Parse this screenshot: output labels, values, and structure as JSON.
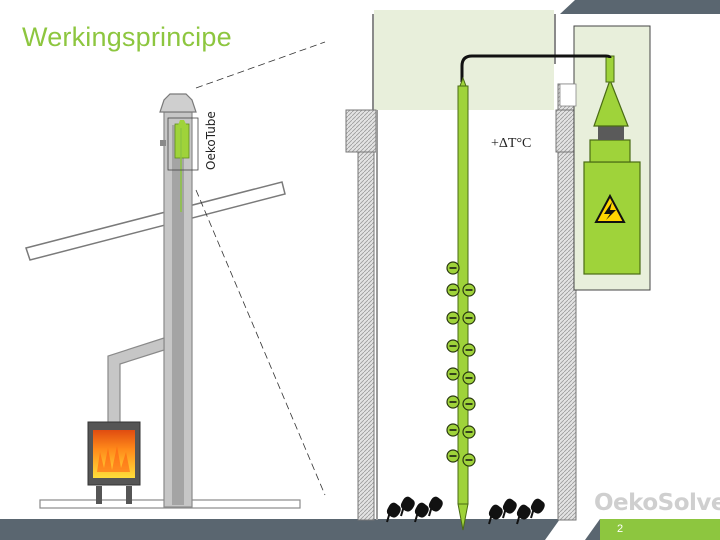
{
  "slide": {
    "title": "Werkingsprincipe",
    "device_label": "OekoTube",
    "temperature_label": "+ΔT°C",
    "brand": "OekoSolve",
    "page_number": "2"
  },
  "colors": {
    "accent_green": "#8dc63f",
    "device_green": "#9fd33a",
    "chimney_gray": "#b8b8b8",
    "bottom_bar": "#5a6670"
  },
  "icons": {
    "warning": "high-voltage-warning-icon",
    "soot": "soot-particle-icon",
    "ion": "negative-ion-icon"
  }
}
